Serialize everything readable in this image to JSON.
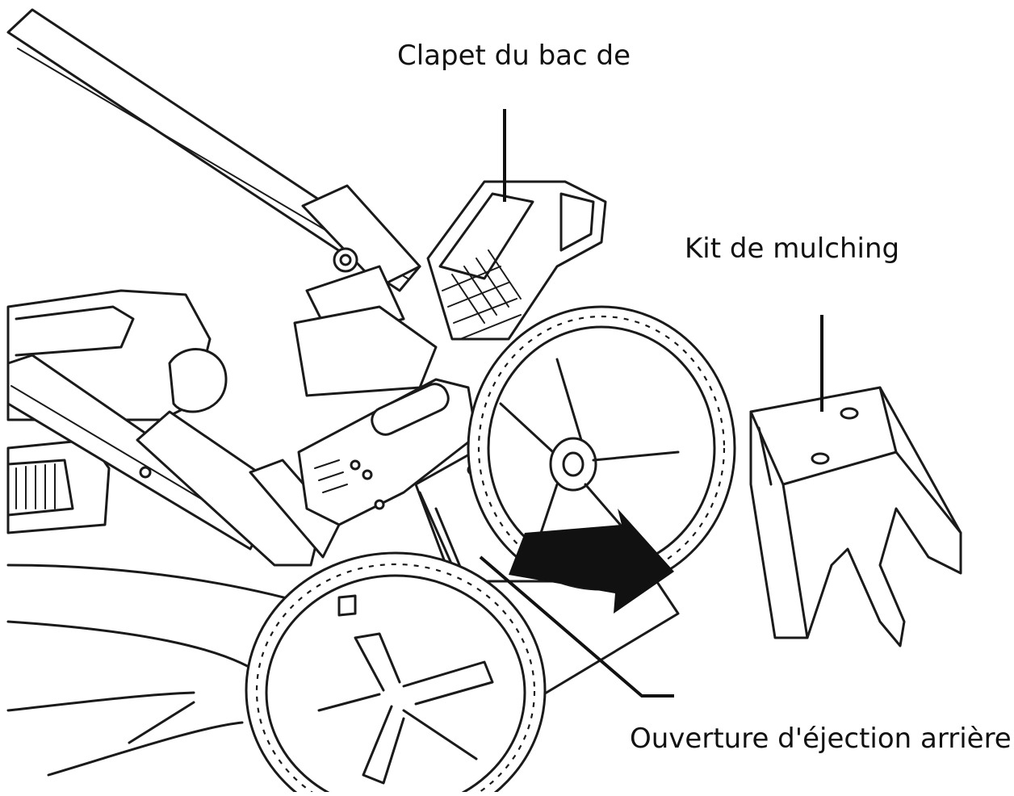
{
  "labels": {
    "bag_flap": "Clapet du bac de",
    "mulching_kit": "Kit de mulching",
    "rear_discharge": "Ouverture d'éjection arrière"
  },
  "colors": {
    "line": "#1a1a1a",
    "background": "#ffffff",
    "arrow": "#111111"
  }
}
